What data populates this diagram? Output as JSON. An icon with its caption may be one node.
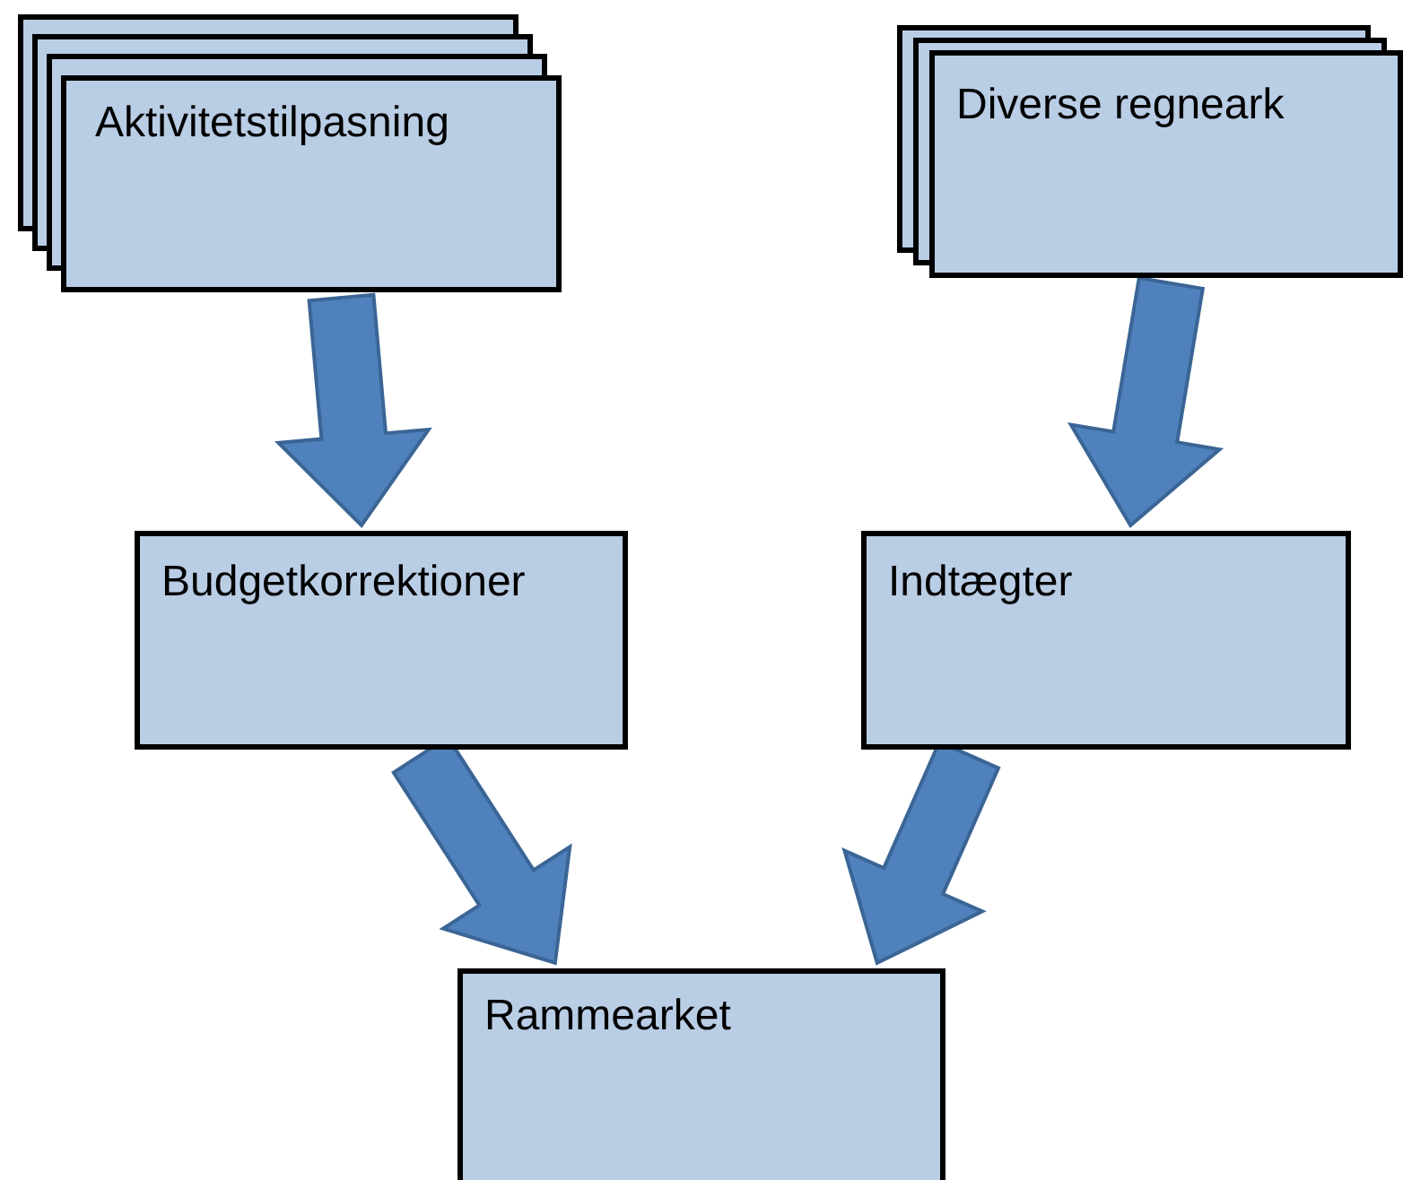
{
  "diagram": {
    "nodes": [
      {
        "text": [
          "Aktivitetstilpasning"
        ]
      },
      {
        "text": [
          "Diverse regneark"
        ]
      },
      {
        "text": [
          "Budgetkorrektioner"
        ]
      },
      {
        "text": [
          "Indtægter"
        ]
      },
      {
        "text": [
          "Rammearket"
        ]
      }
    ],
    "edges": [
      {
        "from": 0,
        "to": 2,
        "arrow": "to"
      },
      {
        "from": 1,
        "to": 3,
        "arrow": "to"
      },
      {
        "from": 2,
        "to": 4,
        "arrow": "to"
      },
      {
        "from": 3,
        "to": 4,
        "arrow": "to"
      }
    ]
  }
}
